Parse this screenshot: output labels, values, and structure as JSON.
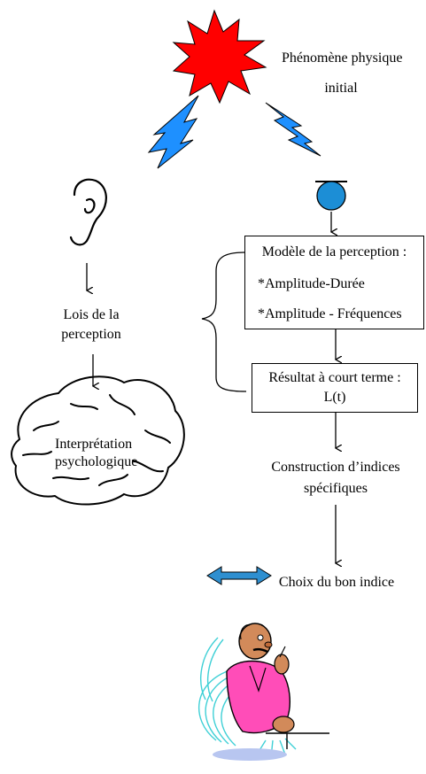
{
  "phenomenon": {
    "line1": "Phénomène physique",
    "line2": "initial"
  },
  "left": {
    "laws_line1": "Lois de la",
    "laws_line2": "perception",
    "interp_line1": "Interprétation",
    "interp_line2": "psychologique"
  },
  "right": {
    "model_title": "Modèle de la perception :",
    "model_item1": "*Amplitude-Durée",
    "model_item2": "*Amplitude - Fréquences",
    "result_line1": "Résultat à court terme :",
    "result_line2": "L(t)",
    "indices_line1": "Construction d’indices",
    "indices_line2": "spécifiques",
    "choice": "Choix du bon indice"
  },
  "colors": {
    "burst": "#ff0000",
    "lightning": "#1e90ff",
    "microphone": "#1c8ed6",
    "double_arrow": "#2e8fd0",
    "shirt": "#ff4db8",
    "skin": "#d28a5a",
    "motion_lines": "#3fd0d6"
  },
  "icons": [
    "explosion-icon",
    "lightning-icon",
    "ear-icon",
    "microphone-icon",
    "brain-icon",
    "double-arrow-icon",
    "thinking-man-icon"
  ]
}
